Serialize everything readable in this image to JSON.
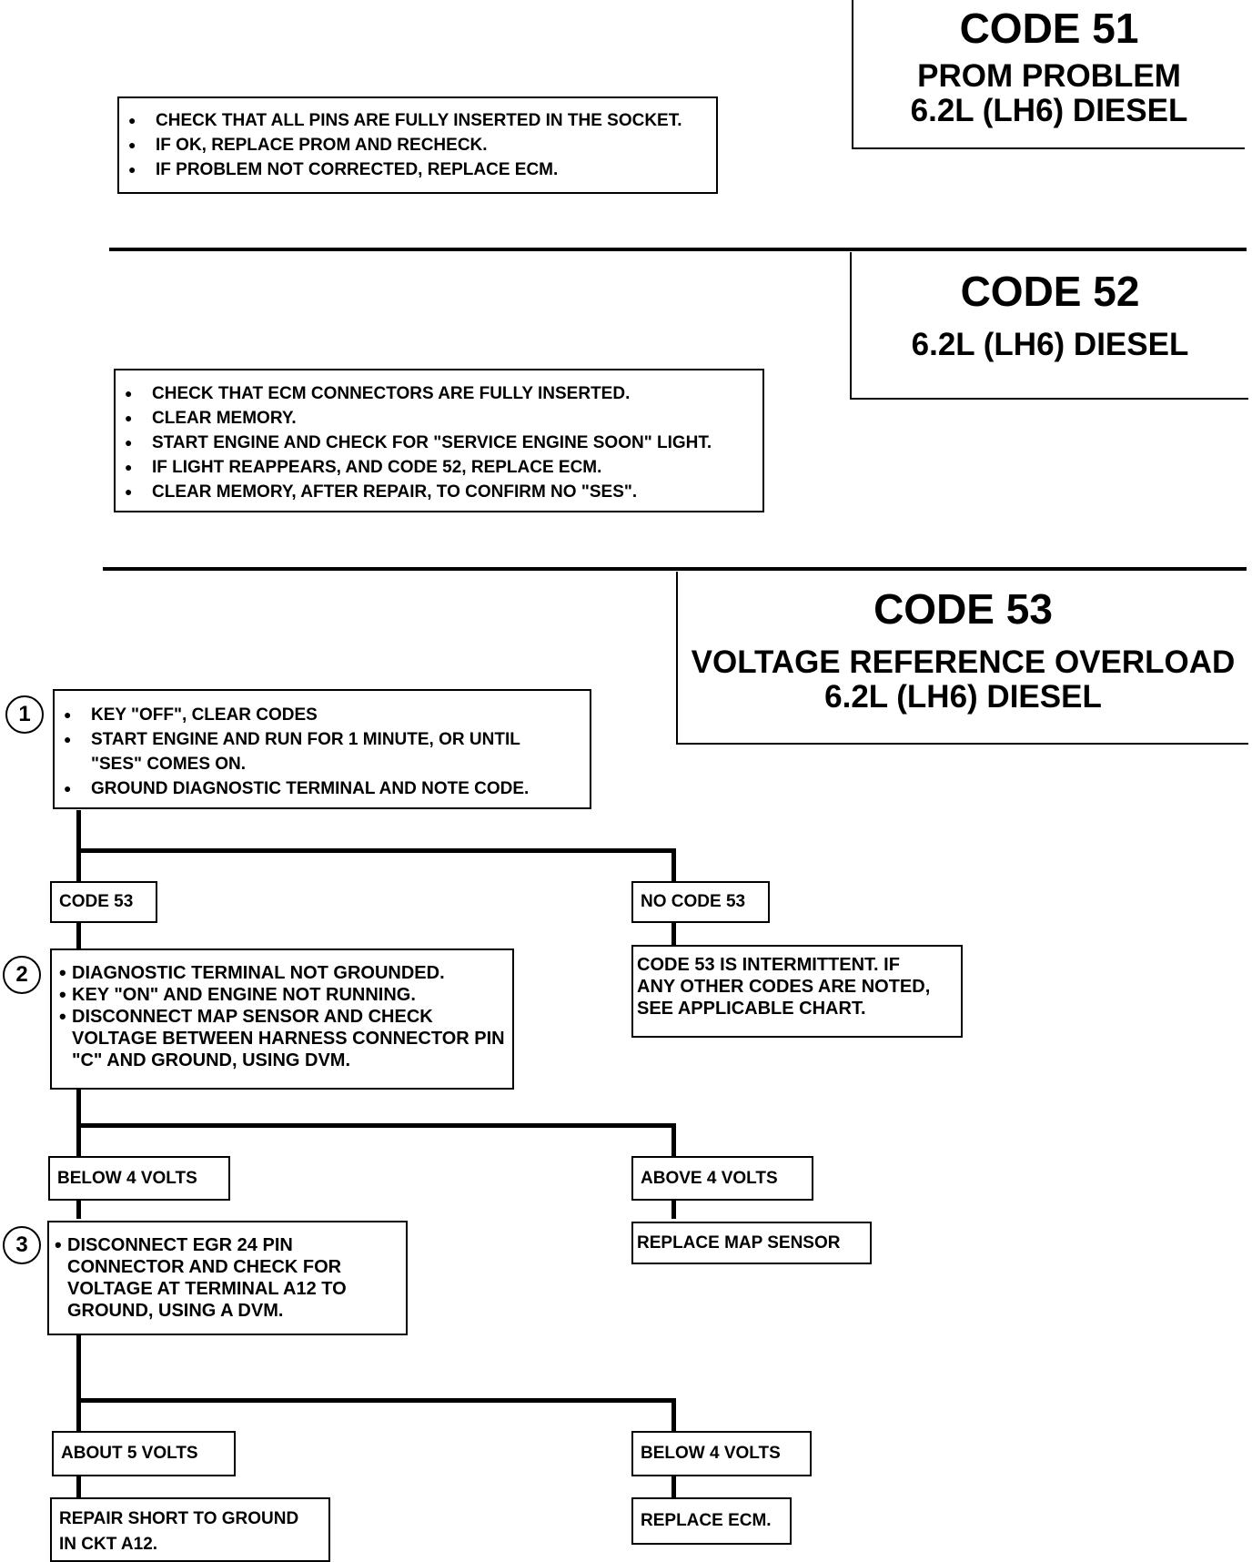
{
  "code51": {
    "title": "CODE 51",
    "subtitle1": "PROM PROBLEM",
    "subtitle2": "6.2L (LH6) DIESEL",
    "steps": [
      "CHECK THAT ALL PINS ARE FULLY INSERTED IN THE SOCKET.",
      "IF OK, REPLACE PROM AND RECHECK.",
      "IF PROBLEM NOT CORRECTED, REPLACE ECM."
    ]
  },
  "code52": {
    "title": "CODE 52",
    "subtitle1": "6.2L (LH6) DIESEL",
    "steps": [
      "CHECK THAT ECM CONNECTORS ARE FULLY INSERTED.",
      "CLEAR MEMORY.",
      "START ENGINE AND CHECK FOR \"SERVICE ENGINE SOON\" LIGHT.",
      "IF LIGHT REAPPEARS, AND CODE 52, REPLACE ECM.",
      "CLEAR MEMORY, AFTER REPAIR, TO CONFIRM NO \"SES\"."
    ]
  },
  "code53": {
    "title": "CODE 53",
    "subtitle1": "VOLTAGE REFERENCE OVERLOAD",
    "subtitle2": "6.2L (LH6) DIESEL",
    "step1_num": "1",
    "step1": [
      "KEY \"OFF\", CLEAR CODES",
      "START ENGINE AND RUN FOR 1 MINUTE, OR UNTIL",
      "\"SES\" COMES ON.",
      "GROUND DIAGNOSTIC TERMINAL AND NOTE CODE."
    ],
    "branch1_left": "CODE 53",
    "branch1_right": "NO CODE 53",
    "no_code_result": "CODE 53 IS INTERMITTENT. IF\nANY OTHER CODES ARE NOTED,\nSEE APPLICABLE CHART.",
    "step2_num": "2",
    "step2": [
      "DIAGNOSTIC TERMINAL NOT GROUNDED.",
      "KEY \"ON\" AND ENGINE NOT RUNNING.",
      "DISCONNECT MAP SENSOR AND CHECK VOLTAGE BETWEEN  HARNESS CONNECTOR PIN \"C\" AND GROUND, USING DVM."
    ],
    "branch2_left": "BELOW 4 VOLTS",
    "branch2_right": "ABOVE 4 VOLTS",
    "above4_result": "REPLACE MAP SENSOR",
    "step3_num": "3",
    "step3": [
      "DISCONNECT EGR 24 PIN CONNECTOR AND CHECK FOR VOLTAGE AT TERMINAL A12 TO GROUND, USING A DVM."
    ],
    "branch3_left": "ABOUT 5 VOLTS",
    "branch3_right": "BELOW 4 VOLTS",
    "about5_result": "REPAIR SHORT TO GROUND\nIN CKT A12.",
    "below4_result": "REPLACE ECM."
  }
}
